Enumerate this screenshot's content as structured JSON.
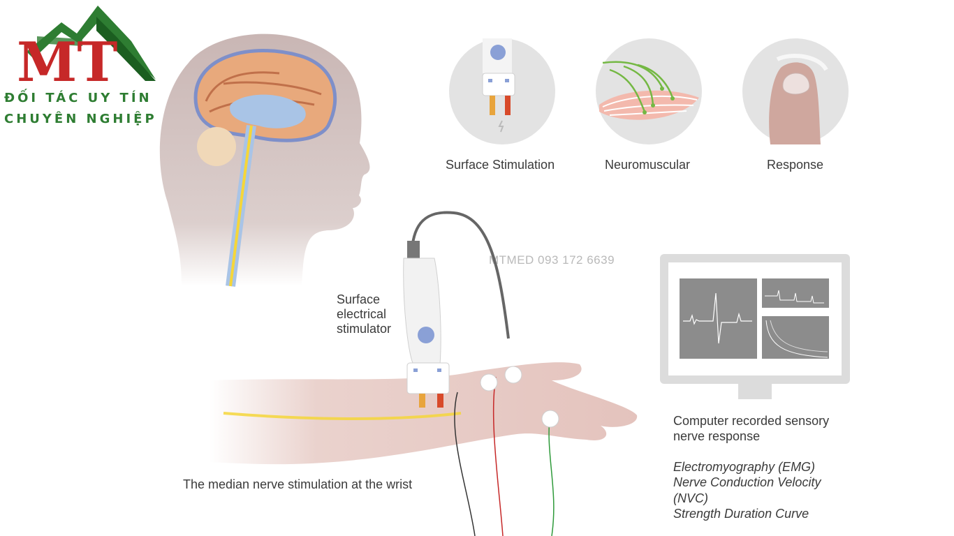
{
  "logo": {
    "letters": "MT",
    "tagline_1": "ĐỐI TÁC UY TÍN",
    "tagline_2": "CHUYÊN NGHIỆP",
    "colors": {
      "mountain": "#2e7d32",
      "letters": "#c62828"
    }
  },
  "watermark": "MTMED 093 172 6639",
  "steps": [
    {
      "label": "Surface Stimulation"
    },
    {
      "label": "Neuromuscular"
    },
    {
      "label": "Response"
    }
  ],
  "stimulator_label": [
    "Surface",
    "electrical",
    "stimulator"
  ],
  "wrist_caption": "The median nerve stimulation at the wrist",
  "monitor_caption": [
    "Computer recorded sensory",
    "nerve response"
  ],
  "tests": [
    "Electromyography (EMG)",
    "Nerve Conduction Velocity",
    "(NVC)",
    "Strength Duration Curve"
  ],
  "colors": {
    "circle_bg": "#e3e3e3",
    "monitor_frame": "#dcdcdc",
    "screen_bg": "#8c8c8c",
    "skin": "#e8c9c4",
    "nerve": "#f5d63a",
    "brain": "#e8a97c"
  }
}
